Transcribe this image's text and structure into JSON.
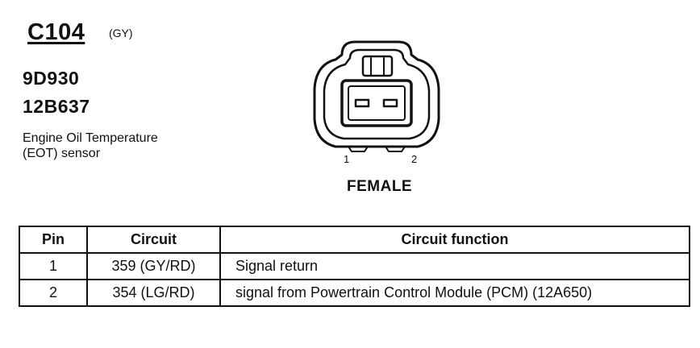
{
  "connector": {
    "id": "C104",
    "color": "(GY)",
    "part_numbers": [
      "9D930",
      "12B637"
    ],
    "description_lines": [
      "Engine Oil Temperature",
      "(EOT) sensor"
    ],
    "pin_labels": [
      "1",
      "2"
    ],
    "gender": "FEMALE"
  },
  "table": {
    "headers": [
      "Pin",
      "Circuit",
      "Circuit function"
    ],
    "rows": [
      {
        "pin": "1",
        "circuit": "359 (GY/RD)",
        "function": "Signal return"
      },
      {
        "pin": "2",
        "circuit": "354 (LG/RD)",
        "function": "signal from Powertrain Control Module (PCM) (12A650)"
      }
    ]
  }
}
